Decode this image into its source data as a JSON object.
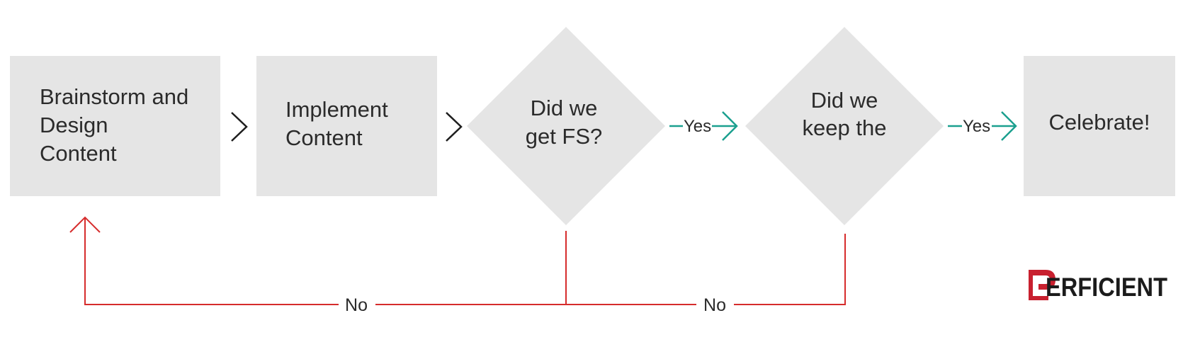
{
  "colors": {
    "box_fill": "#e5e5e5",
    "text": "#2b2b2b",
    "yes_arrow": "#1ba08f",
    "no_arrow": "#d62c2c",
    "chevron": "#1e1e1e",
    "logo_red": "#c8202f"
  },
  "steps": {
    "brainstorm": {
      "lines": [
        "Brainstorm and",
        "Design",
        "Content"
      ]
    },
    "implement": {
      "lines": [
        "Implement",
        "Content"
      ]
    },
    "decision1": {
      "lines": [
        "Did we",
        "get FS?"
      ]
    },
    "decision2": {
      "lines": [
        "Did we",
        "keep the"
      ]
    },
    "celebrate": {
      "lines": [
        "Celebrate!"
      ]
    }
  },
  "connectors": {
    "yes1": "Yes",
    "yes2": "Yes",
    "no1": "No",
    "no2": "No"
  },
  "logo": {
    "text": "ERFICIENT",
    "initial": "P"
  }
}
